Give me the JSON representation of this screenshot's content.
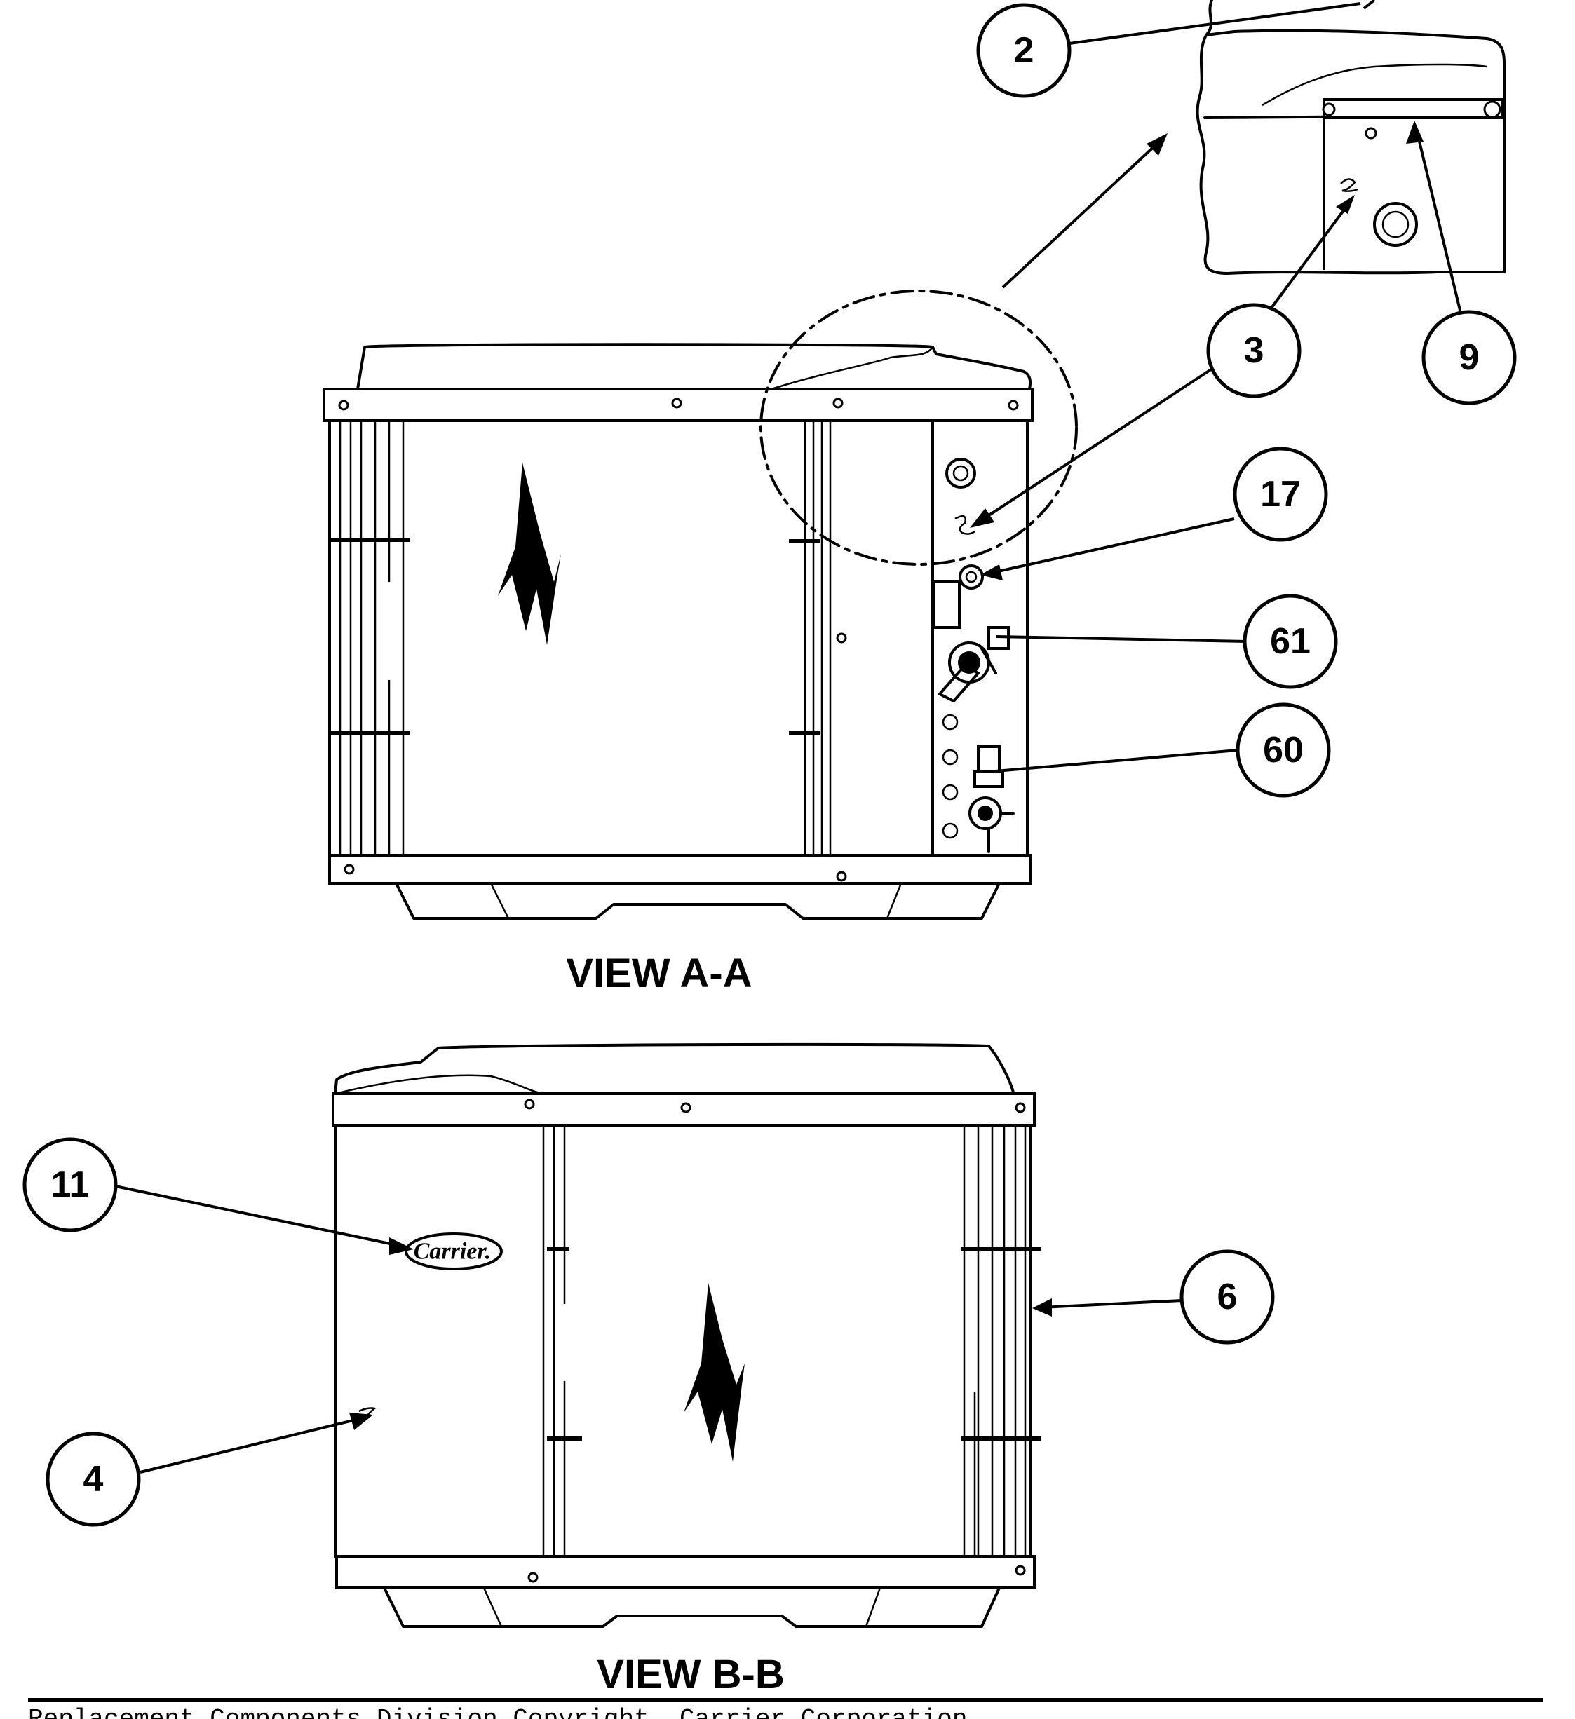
{
  "views": [
    {
      "id": "view-a-a",
      "title": "VIEW A-A"
    },
    {
      "id": "view-b-b",
      "title": "VIEW B-B"
    }
  ],
  "callouts": [
    {
      "id": "c2",
      "label": "2"
    },
    {
      "id": "c3",
      "label": "3"
    },
    {
      "id": "c9",
      "label": "9"
    },
    {
      "id": "c17",
      "label": "17"
    },
    {
      "id": "c61",
      "label": "61"
    },
    {
      "id": "c60",
      "label": "60"
    },
    {
      "id": "c11",
      "label": "11"
    },
    {
      "id": "c6",
      "label": "6"
    },
    {
      "id": "c4",
      "label": "4"
    }
  ],
  "logo": {
    "text": "Carrier."
  },
  "footer": {
    "text": "Replacement Components Division   Copyright, Carrier Corporation"
  }
}
